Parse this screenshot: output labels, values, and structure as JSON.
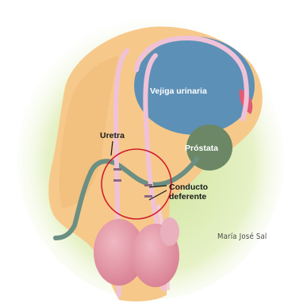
{
  "labels": {
    "bladder": "Vejiga urinaria",
    "prostate": "Próstata",
    "urethra": "Uretra",
    "vas_deferens_line1": "Conducto",
    "vas_deferens_line2": "deferente"
  },
  "credit": "María José Sal",
  "colors": {
    "glow": "#dcecb0",
    "body": "#f6c98b",
    "body_shadow": "#eeb56e",
    "bladder": "#5d90b6",
    "prostate": "#6b8766",
    "urethra": "#6b8f82",
    "vas": "#f0c2d8",
    "testis": "#e59aa8",
    "circle": "#d11f2c",
    "bladder_tip": "#e35a74"
  },
  "icons": {
    "cut_marks": "vasectomy-cut-icon"
  }
}
